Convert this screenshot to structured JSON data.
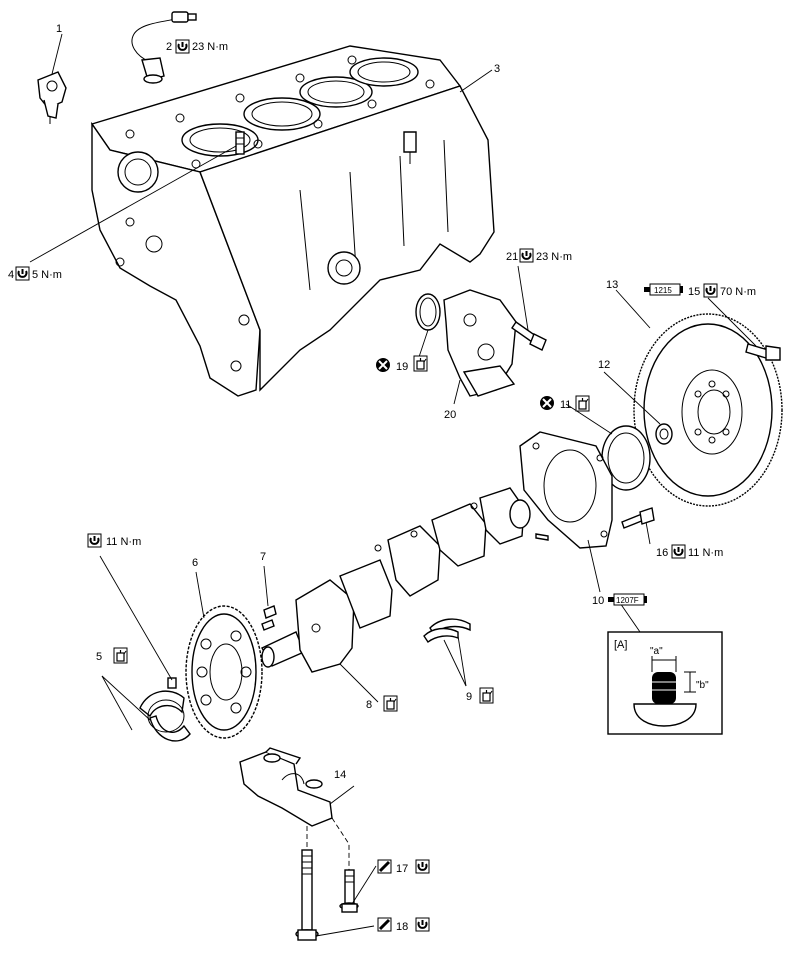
{
  "callouts": {
    "c1": {
      "num": "1",
      "torque": ""
    },
    "c2": {
      "num": "2",
      "torque": "23 N·m"
    },
    "c3": {
      "num": "3",
      "torque": ""
    },
    "c4": {
      "num": "4",
      "torque": "5 N·m"
    },
    "c5": {
      "num": "5",
      "torque": ""
    },
    "c6": {
      "num": "6",
      "torque": ""
    },
    "c6b": {
      "num": "",
      "torque": "11 N·m"
    },
    "c7": {
      "num": "7",
      "torque": ""
    },
    "c8": {
      "num": "8",
      "torque": ""
    },
    "c9": {
      "num": "9",
      "torque": ""
    },
    "c10": {
      "num": "10",
      "sealant": "1207F"
    },
    "c11": {
      "num": "11",
      "torque": ""
    },
    "c12": {
      "num": "12",
      "torque": ""
    },
    "c13": {
      "num": "13",
      "torque": ""
    },
    "c14": {
      "num": "14",
      "torque": ""
    },
    "c15": {
      "num": "15",
      "torque": "70 N·m",
      "threadlock": "1215"
    },
    "c16": {
      "num": "16",
      "torque": "11 N·m"
    },
    "c17": {
      "num": "17",
      "torque": ""
    },
    "c18": {
      "num": "18",
      "torque": ""
    },
    "c19": {
      "num": "19",
      "torque": ""
    },
    "c20": {
      "num": "20",
      "torque": ""
    },
    "c21": {
      "num": "21",
      "torque": "23 N·m"
    }
  },
  "detail_view": {
    "label": "[A]",
    "dim_a": "\"a\"",
    "dim_b": "\"b\""
  },
  "icons": {
    "torque_symbol": "torque-wrench-icon",
    "oil_symbol": "oil-can-icon",
    "replace_symbol": "do-not-reuse-icon",
    "measure_symbol": "plastigauge-icon"
  }
}
